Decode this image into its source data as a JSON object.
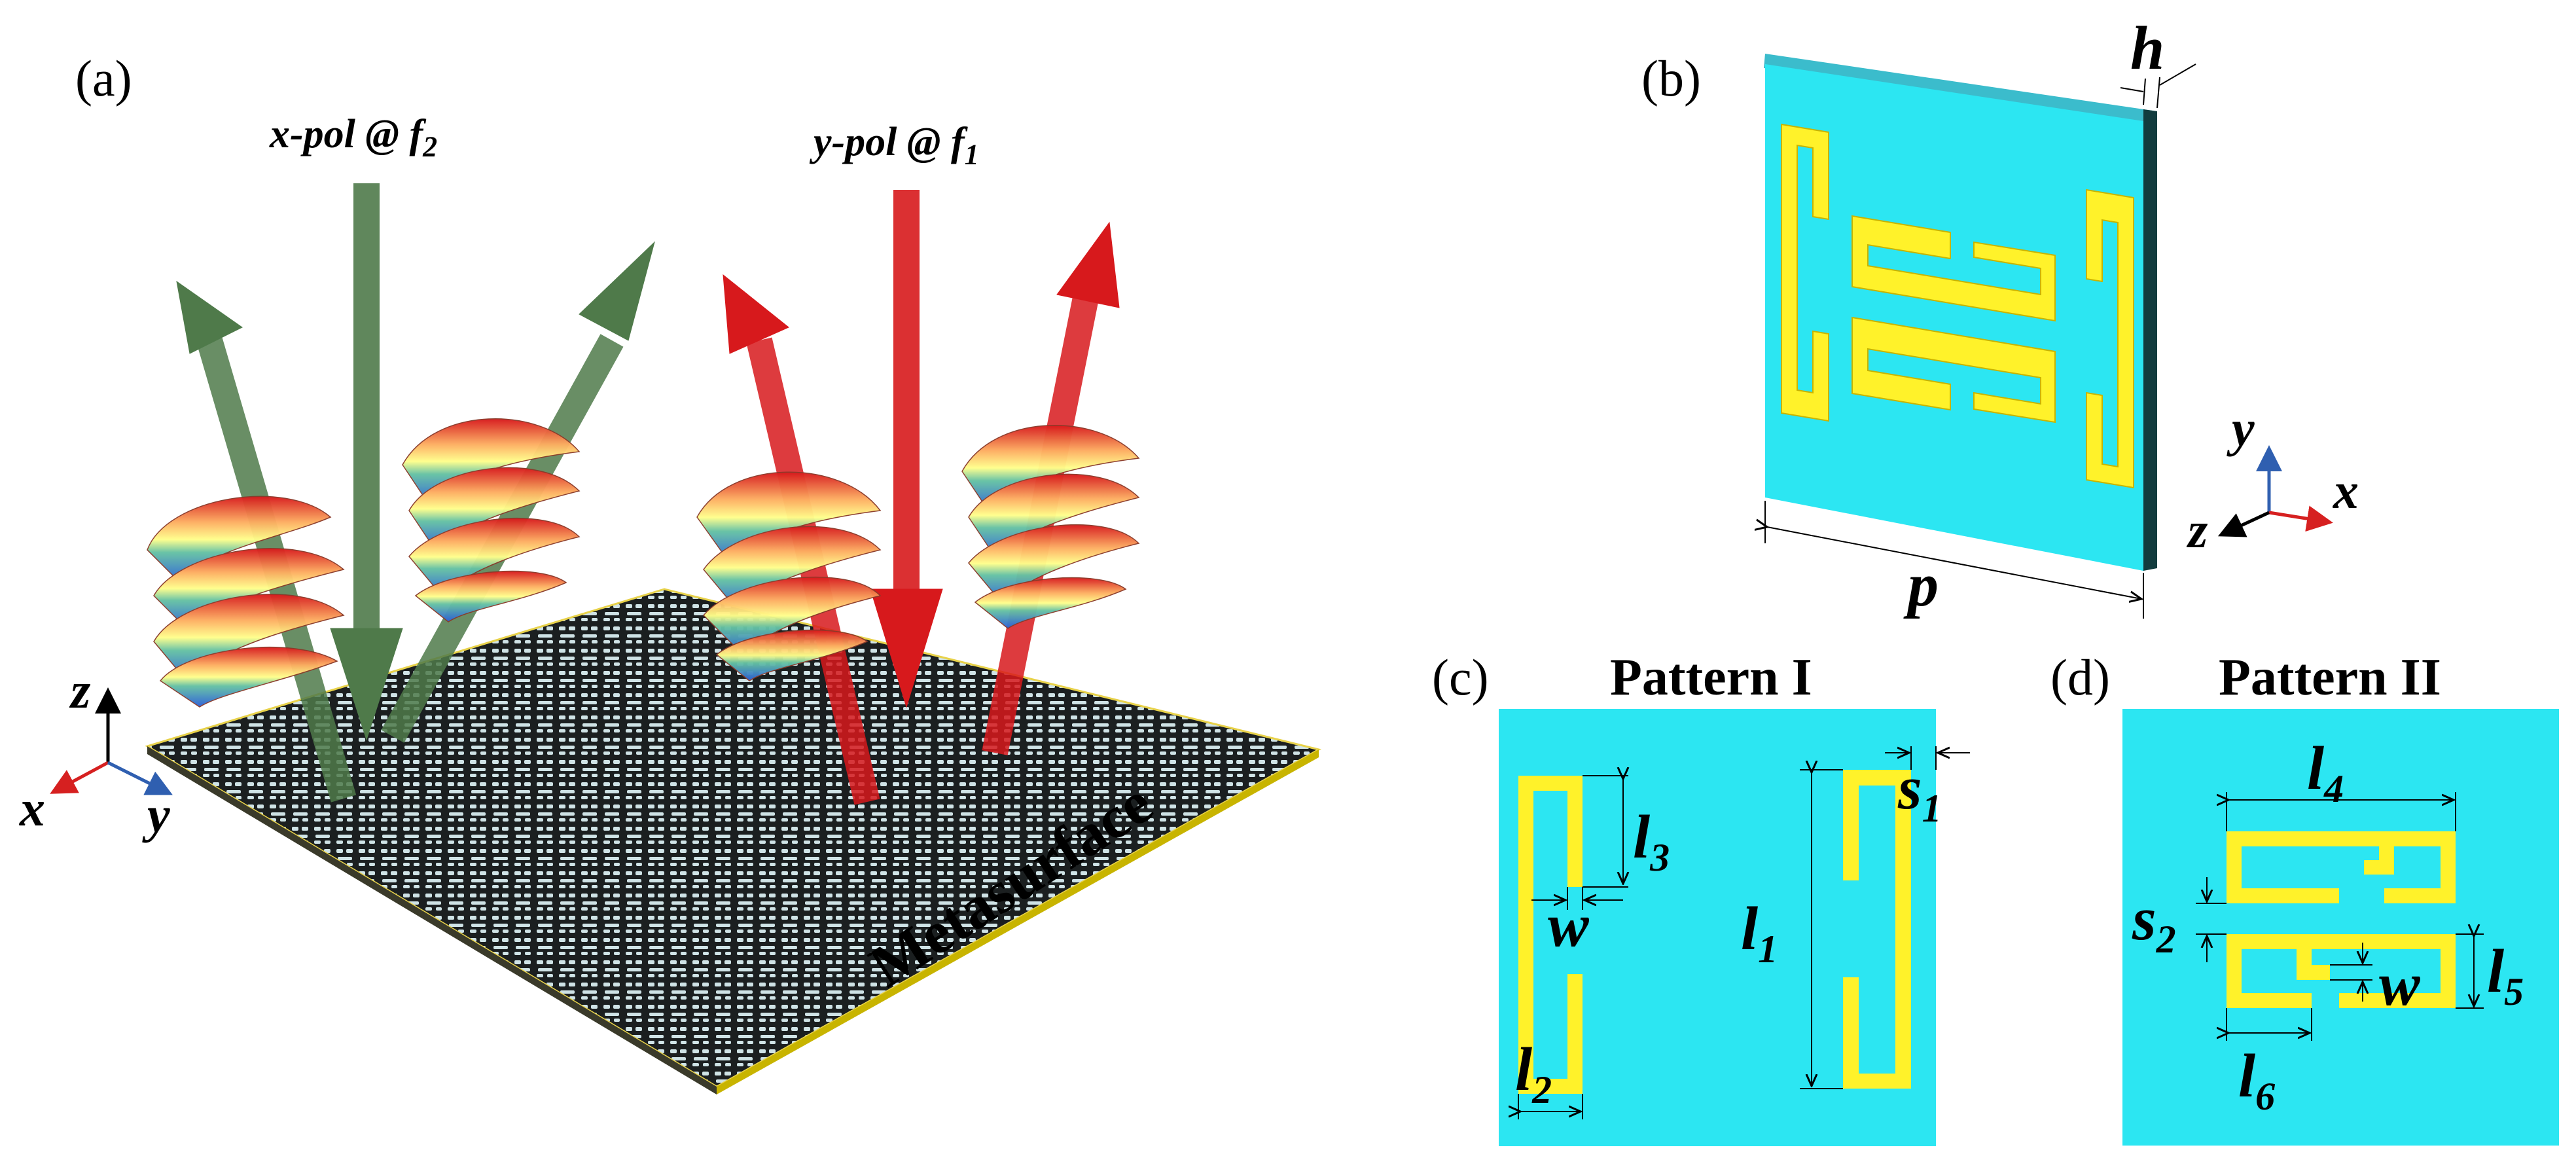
{
  "panels": {
    "a": {
      "tag": "(a)",
      "x_pol_label": {
        "main": "x-pol @ f",
        "sub": "2"
      },
      "y_pol_label": {
        "main": "y-pol @ f",
        "sub": "1"
      },
      "metasurface_label": "Metasurface",
      "axes": {
        "z": "z",
        "x": "x",
        "y": "y"
      }
    },
    "b": {
      "tag": "(b)",
      "h_label": "h",
      "p_label": "p",
      "axes": {
        "y": "y",
        "x": "x",
        "z": "z"
      }
    },
    "c": {
      "tag": "(c)",
      "title": "Pattern I",
      "dims": {
        "l3": {
          "main": "l",
          "sub": "3"
        },
        "w": "w",
        "l1": {
          "main": "l",
          "sub": "1"
        },
        "s1": {
          "main": "s",
          "sub": "1"
        },
        "l2": {
          "main": "l",
          "sub": "2"
        }
      }
    },
    "d": {
      "tag": "(d)",
      "title": "Pattern II",
      "dims": {
        "l4": {
          "main": "l",
          "sub": "4"
        },
        "s2": {
          "main": "s",
          "sub": "2"
        },
        "l5": {
          "main": "l",
          "sub": "5"
        },
        "w": "w",
        "l6": {
          "main": "l",
          "sub": "6"
        }
      }
    }
  },
  "colors": {
    "substrate": "#2ce6f2",
    "substrate_top": "#3bbccc",
    "substrate_side": "#123c3e",
    "metal": "#fff22a",
    "metal_edge": "#c8b400",
    "green_arrow": "#4f7a4a",
    "red_arrow": "#d7191c",
    "axis_x": "#d62020",
    "axis_y": "#2f5fb0",
    "axis_z": "#000000",
    "surface_dark": "#1b1f20",
    "surface_light": "#cfe3e6",
    "surface_edge": "#e8d24a"
  }
}
